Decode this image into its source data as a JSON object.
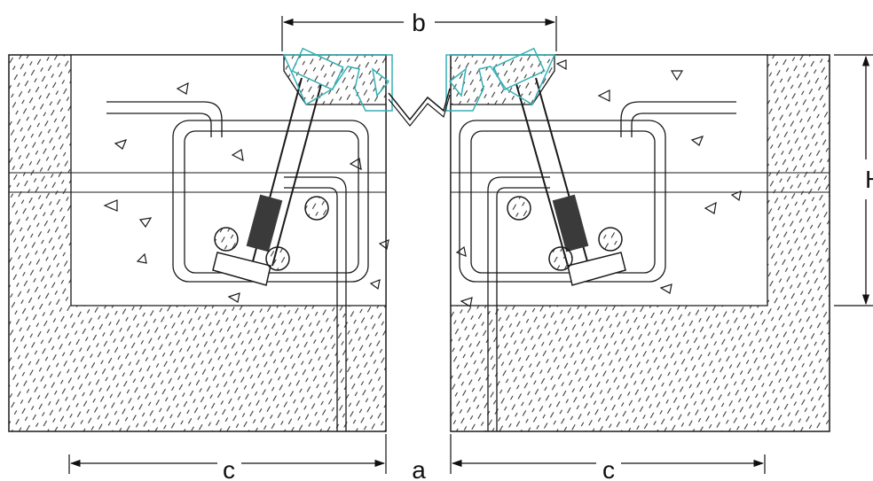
{
  "dimensions": {
    "b": "b",
    "h": "H",
    "a": "a",
    "c_left": "c",
    "c_right": "c"
  },
  "colors": {
    "line": "#1a1a1a",
    "profile": "#36b0b5",
    "hatch": "#3a3a3a",
    "background": "#ffffff"
  }
}
